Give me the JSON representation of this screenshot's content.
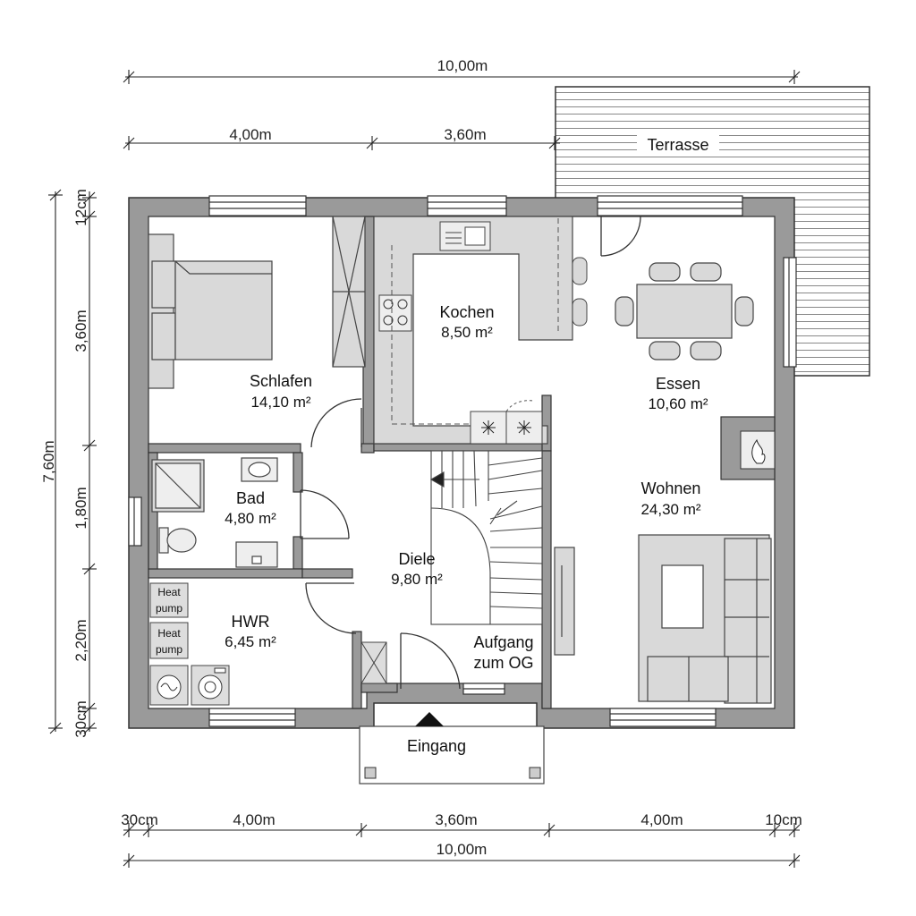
{
  "dimensions": {
    "top_total": "10,00m",
    "top_left": "4,00m",
    "top_mid": "3,60m",
    "left_total": "7,60m",
    "left_12cm": "12cm",
    "left_360": "3,60m",
    "left_180": "1,80m",
    "left_220": "2,20m",
    "left_30cm": "30cm",
    "bottom_30cm": "30cm",
    "bottom_left": "4,00m",
    "bottom_mid": "3,60m",
    "bottom_right": "4,00m",
    "bottom_10cm": "10cm",
    "bottom_total": "10,00m"
  },
  "rooms": {
    "terrasse": "Terrasse",
    "schlafen": {
      "name": "Schlafen",
      "area": "14,10 m²"
    },
    "kochen": {
      "name": "Kochen",
      "area": "8,50 m²"
    },
    "essen": {
      "name": "Essen",
      "area": "10,60 m²"
    },
    "bad": {
      "name": "Bad",
      "area": "4,80 m²"
    },
    "wohnen": {
      "name": "Wohnen",
      "area": "24,30 m²"
    },
    "diele": {
      "name": "Diele",
      "area": "9,80 m²"
    },
    "hwr": {
      "name": "HWR",
      "area": "6,45 m²"
    },
    "aufgang": {
      "line1": "Aufgang",
      "line2": "zum OG"
    },
    "eingang": "Eingang"
  },
  "fixtures": {
    "heat_pump_1": [
      "Heat",
      "pump"
    ],
    "heat_pump_2": [
      "Heat",
      "pump"
    ]
  },
  "colors": {
    "wall": "#9a9a9a",
    "wall_stroke": "#333333",
    "furniture": "#d9d9d9",
    "line": "#333333"
  }
}
